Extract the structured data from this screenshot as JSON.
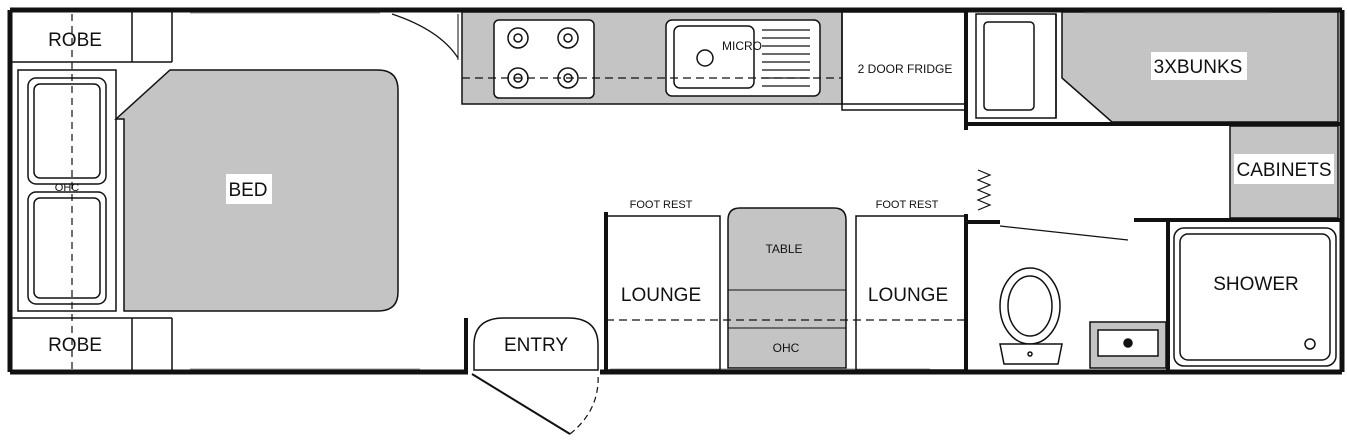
{
  "labels": {
    "robe_top": "ROBE",
    "robe_bottom": "ROBE",
    "bed": "BED",
    "ohc_left": "OHC",
    "micro": "MICRO",
    "fridge": "2 DOOR FRIDGE",
    "bunks": "3XBUNKS",
    "cabinets": "CABINETS",
    "foot_rest_left": "FOOT REST",
    "foot_rest_right": "FOOT REST",
    "table": "TABLE",
    "ohc_table": "OHC",
    "lounge_left": "LOUNGE",
    "lounge_right": "LOUNGE",
    "entry": "ENTRY",
    "shower": "SHOWER"
  },
  "colors": {
    "wall": "#111111",
    "fill_gray": "#c4c4c4",
    "background": "#ffffff"
  }
}
